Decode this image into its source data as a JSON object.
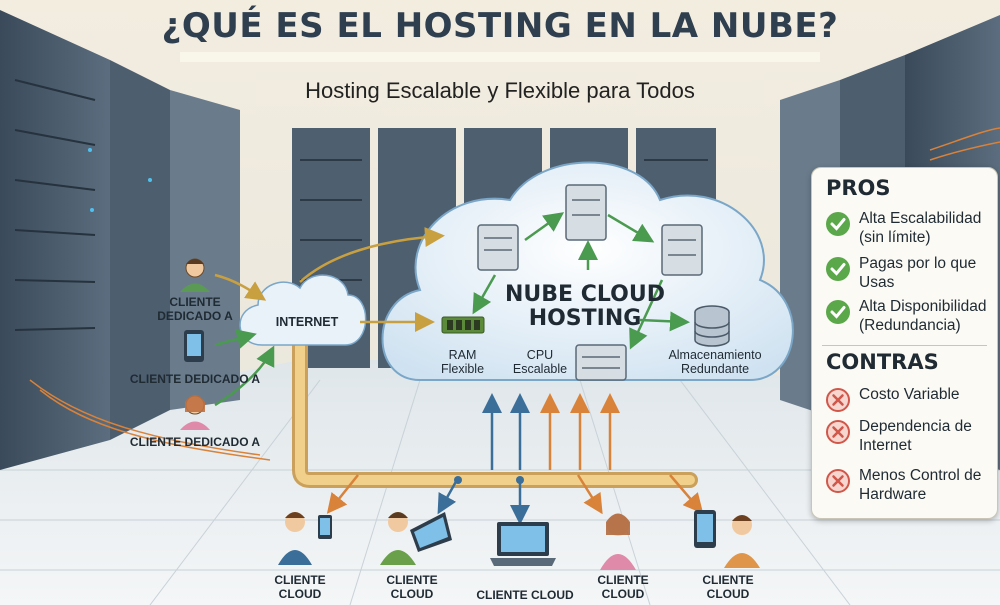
{
  "header": {
    "title": "¿QUÉ ES EL HOSTING EN LA NUBE?",
    "subtitle": "Hosting Escalable y Flexible para Todos"
  },
  "cloud": {
    "title_line1": "NUBE CLOUD",
    "title_line2": "HOSTING",
    "ram": "RAM\nFlexible",
    "cpu": "CPU\nEscalable",
    "storage": "Almacenamiento\nRedundante"
  },
  "internet": {
    "label": "INTERNET"
  },
  "dedicated_clients": [
    {
      "label": "CLIENTE\nDEDICADO A"
    },
    {
      "label": "CLIENTE DEDICADO A"
    },
    {
      "label": "CLIENTE DEDICADO A"
    }
  ],
  "cloud_clients": [
    {
      "label": "CLIENTE\nCLOUD"
    },
    {
      "label": "CLIENTE\nCLOUD"
    },
    {
      "label": "CLIENTE CLOUD"
    },
    {
      "label": "CLIENTE\nCLOUD"
    },
    {
      "label": "CLIENTE\nCLOUD"
    }
  ],
  "pros": {
    "title": "PROS",
    "items": [
      {
        "label": "Alta Escalabilidad (sin límite)",
        "icon": "check-icon"
      },
      {
        "label": "Pagas por lo que Usas",
        "icon": "check-icon"
      },
      {
        "label": "Alta Disponibilidad (Redundancia)",
        "icon": "check-icon"
      }
    ]
  },
  "cons": {
    "title": "CONTRAS",
    "items": [
      {
        "label": "Costo Variable",
        "icon": "x-circle-icon"
      },
      {
        "label": "Dependencia de Internet",
        "icon": "x-circle-icon"
      },
      {
        "label": "Menos Control de Hardware",
        "icon": "x-circle-icon"
      }
    ]
  },
  "colors": {
    "check": "#5aa84a",
    "cross": "#d0574a",
    "pipe": "#e3b96b",
    "arrow_green": "#4a9a50",
    "arrow_orange": "#d9823a",
    "arrow_blue": "#3b6e99"
  }
}
